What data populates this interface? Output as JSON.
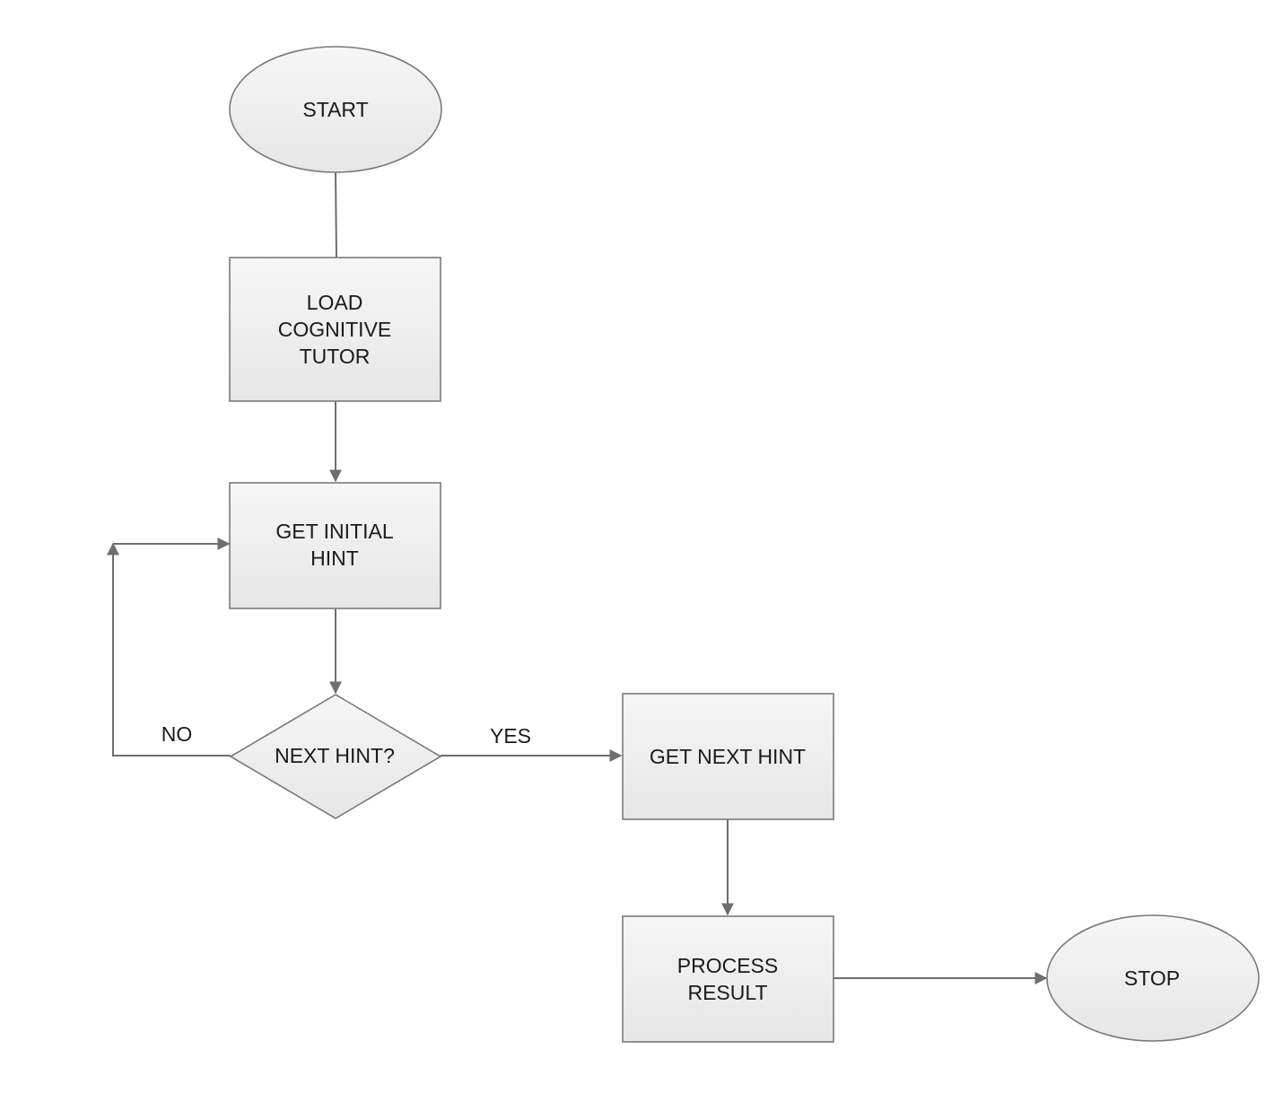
{
  "diagram": {
    "nodes": {
      "start": {
        "lines": [
          "START"
        ]
      },
      "load": {
        "lines": [
          "LOAD",
          "COGNITIVE",
          "TUTOR"
        ]
      },
      "initial": {
        "lines": [
          "GET INITIAL",
          "HINT"
        ]
      },
      "decision": {
        "lines": [
          "NEXT HINT?"
        ]
      },
      "next": {
        "lines": [
          "GET NEXT HINT"
        ]
      },
      "process": {
        "lines": [
          "PROCESS",
          "RESULT"
        ]
      },
      "stop": {
        "lines": [
          "STOP"
        ]
      }
    },
    "edge_labels": {
      "no": "NO",
      "yes": "YES"
    }
  }
}
